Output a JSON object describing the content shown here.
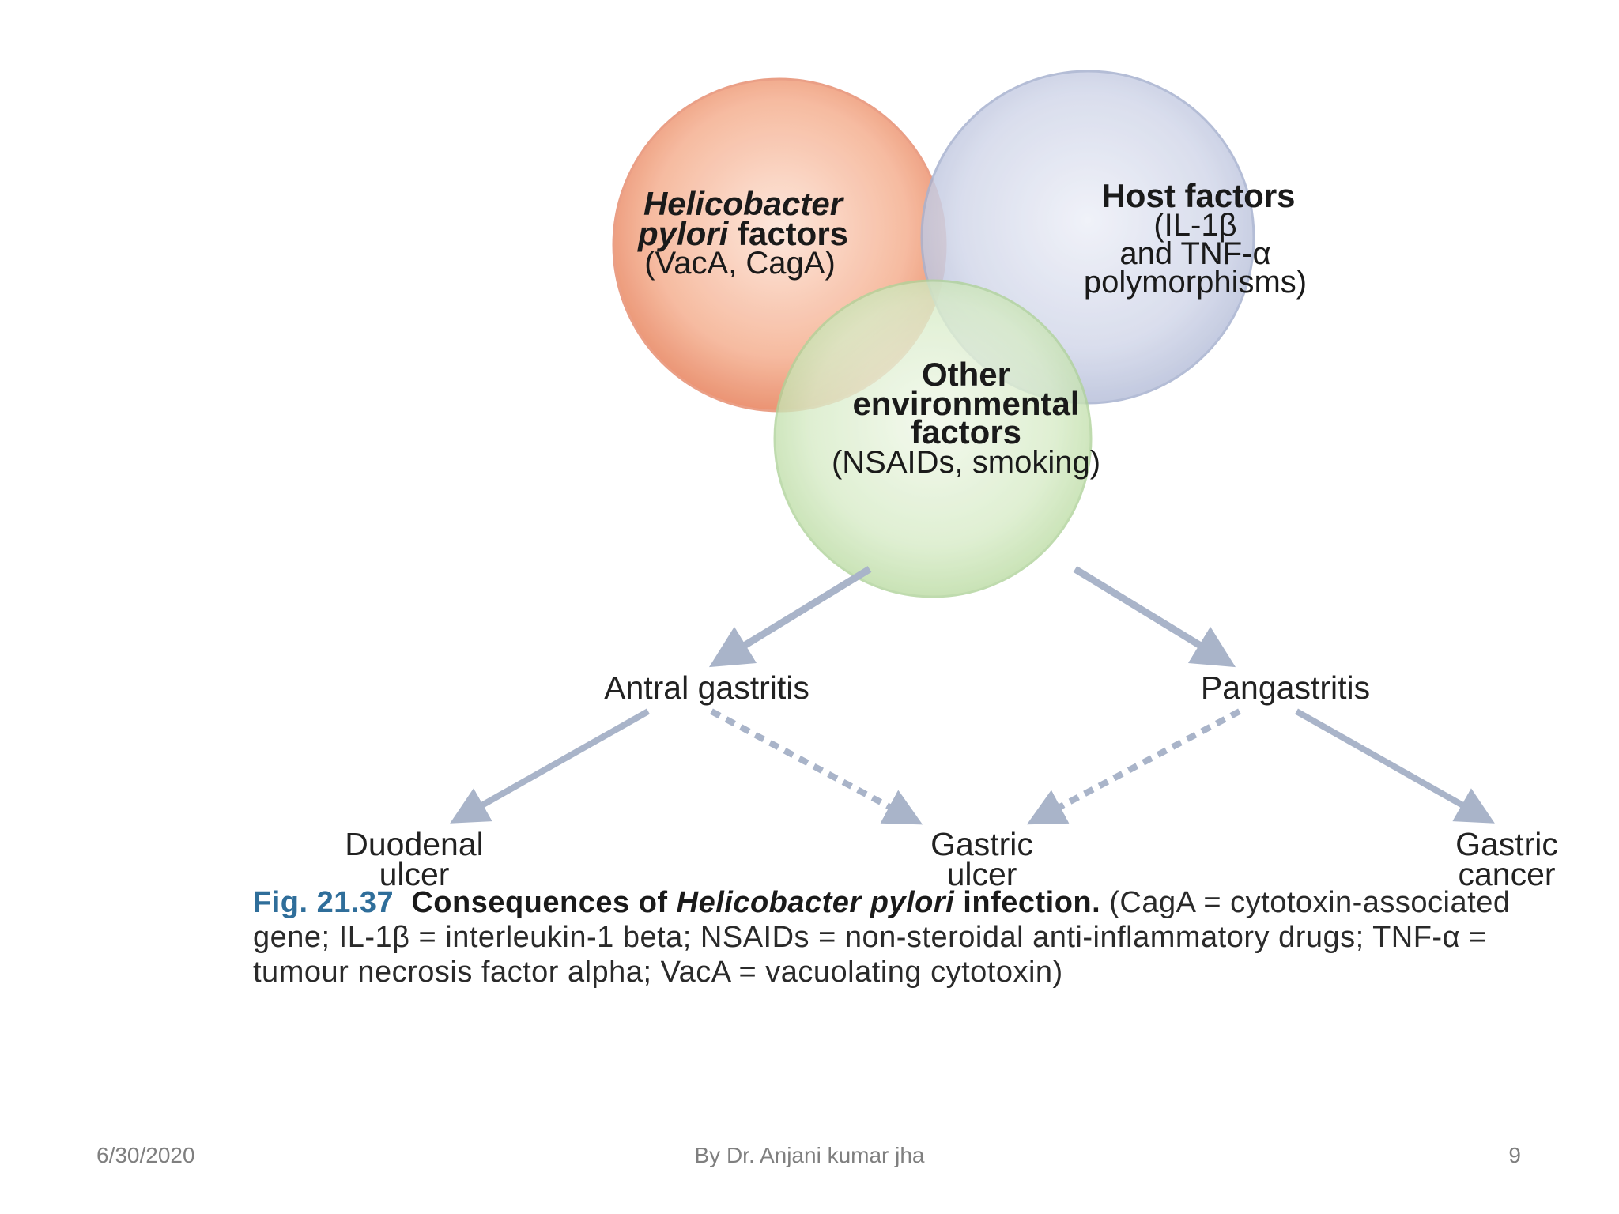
{
  "diagram": {
    "circles": {
      "hp": {
        "title_italic_1": "Helicobacter",
        "title_italic_2": "pylori",
        "title_rest": " factors",
        "detail": "(VacA, CagA)",
        "color": "#ef9a7a"
      },
      "host": {
        "title": "Host factors",
        "detail_1": "(IL-1β",
        "detail_2": "and TNF-α",
        "detail_3": "polymorphisms)",
        "color": "#bfc7e0"
      },
      "env": {
        "title_1": "Other",
        "title_2": "environmental",
        "title_3": "factors",
        "detail": "(NSAIDs, smoking)",
        "color": "#c9e4b4"
      }
    },
    "nodes": {
      "antral": "Antral gastritis",
      "pan": "Pangastritis",
      "duodenal_1": "Duodenal",
      "duodenal_2": "ulcer",
      "gastric_ulcer_1": "Gastric",
      "gastric_ulcer_2": "ulcer",
      "gastric_cancer_1": "Gastric",
      "gastric_cancer_2": "cancer"
    },
    "arrow_color": "#a9b4c9"
  },
  "caption": {
    "fig_number": "Fig. 21.37",
    "title_1": "Consequences of ",
    "title_italic": "Helicobacter pylori",
    "title_2": " infection.",
    "body": " (CagA = cytotoxin-associated gene; IL-1β = interleukin-1 beta; NSAIDs = non-steroidal anti-inflammatory drugs; TNF-α = tumour necrosis factor alpha; VacA = vacuolating cytotoxin)"
  },
  "footer": {
    "date": "6/30/2020",
    "author": "By Dr. Anjani kumar jha",
    "page": "9"
  }
}
